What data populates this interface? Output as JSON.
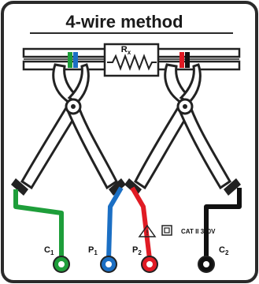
{
  "title": "4-wire method",
  "resistor": {
    "label": "R",
    "subscript": "x"
  },
  "terminals": [
    {
      "id": "c1",
      "label": "C",
      "subscript": "1",
      "color": "#1e9e3a"
    },
    {
      "id": "p1",
      "label": "P",
      "subscript": "1",
      "color": "#1b6fc4"
    },
    {
      "id": "p2",
      "label": "P",
      "subscript": "2",
      "color": "#e01b24"
    },
    {
      "id": "c2",
      "label": "C",
      "subscript": "2",
      "color": "#111111"
    }
  ],
  "safety": {
    "rating_text": "CAT II 300V"
  },
  "colors": {
    "frame": "#2a2a2a",
    "clip_body": "#222222",
    "clip_face": "#ffffff",
    "background": "#ffffff"
  }
}
